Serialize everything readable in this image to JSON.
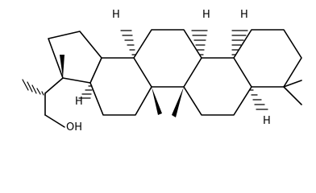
{
  "molecule": {
    "atoms": [
      {
        "id": "H-a",
        "symbol": "H"
      },
      {
        "id": "H-b",
        "symbol": "H"
      },
      {
        "id": "H-c",
        "symbol": "H"
      },
      {
        "id": "H-d",
        "symbol": "H"
      },
      {
        "id": "H-e",
        "symbol": "H"
      },
      {
        "id": "hydroxyl",
        "symbol": "OH"
      }
    ]
  }
}
